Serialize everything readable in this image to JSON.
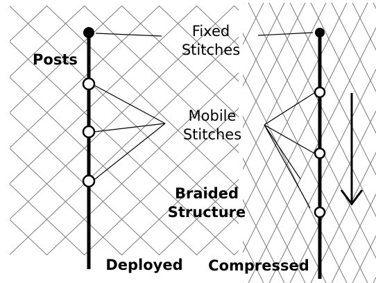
{
  "figure": {
    "labels": {
      "posts": "Posts",
      "fixed_line1": "Fixed",
      "fixed_line2": "Stitches",
      "mobile_line1": "Mobile",
      "mobile_line2": "Stitches",
      "braided_line1": "Braided",
      "braided_line2": "Structure",
      "deployed": "Deployed",
      "compressed": "Compressed"
    },
    "colors": {
      "ink": "#000000",
      "mesh": "#7a7a7a",
      "background": "#ffffff"
    },
    "arrow_direction": "down"
  }
}
